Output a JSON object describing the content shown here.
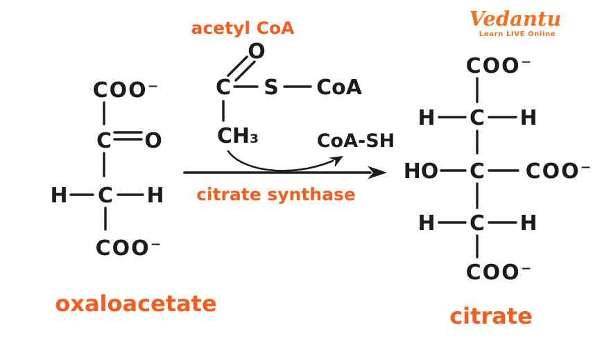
{
  "brand": {
    "name": "Vedantu",
    "tagline": "Learn LIVE Online"
  },
  "labels": {
    "acetyl_coa": "acetyl CoA",
    "enzyme": "citrate synthase",
    "byproduct": "CoA-SH",
    "substrate": "oxaloacetate",
    "product": "citrate"
  },
  "oxaloacetate": {
    "coo_top": "COO⁻",
    "keto_c": "C",
    "keto_o": "O",
    "h_left": "H",
    "center_c": "C",
    "h_right": "H",
    "coo_bottom": "COO⁻"
  },
  "acetyl_coa": {
    "o": "O",
    "c": "C",
    "s": "S",
    "coa": "CoA",
    "ch3": "CH₃"
  },
  "citrate": {
    "coo_top": "COO⁻",
    "r1_h_left": "H",
    "r1_c": "C",
    "r1_h_right": "H",
    "r2_ho": "HO",
    "r2_c": "C",
    "r2_coo": "COO⁻",
    "r3_h_left": "H",
    "r3_c": "C",
    "r3_h_right": "H",
    "coo_bottom": "COO⁻"
  },
  "colors": {
    "accent": "#f65c1d",
    "logo_orange": "#f3701f",
    "structure": "#1c1c1c",
    "background": "#ffffff"
  }
}
